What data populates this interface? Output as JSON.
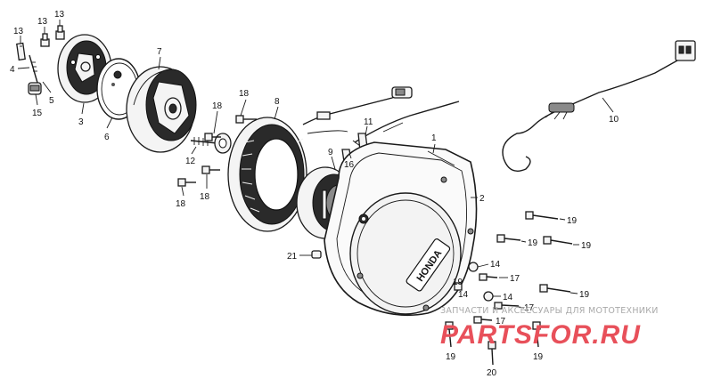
{
  "labels": [
    {
      "id": "1",
      "text": "1"
    },
    {
      "id": "2",
      "text": "2"
    },
    {
      "id": "3",
      "text": "3"
    },
    {
      "id": "4",
      "text": "4"
    },
    {
      "id": "5",
      "text": "5"
    },
    {
      "id": "6",
      "text": "6"
    },
    {
      "id": "7",
      "text": "7"
    },
    {
      "id": "8",
      "text": "8"
    },
    {
      "id": "9",
      "text": "9"
    },
    {
      "id": "10",
      "text": "10"
    },
    {
      "id": "11",
      "text": "11"
    },
    {
      "id": "12",
      "text": "12"
    },
    {
      "id": "13",
      "text": "13"
    },
    {
      "id": "14",
      "text": "14"
    },
    {
      "id": "15",
      "text": "15"
    },
    {
      "id": "16",
      "text": "16"
    },
    {
      "id": "17",
      "text": "17"
    },
    {
      "id": "18",
      "text": "18"
    },
    {
      "id": "19",
      "text": "19"
    },
    {
      "id": "20",
      "text": "20"
    },
    {
      "id": "21",
      "text": "21"
    }
  ],
  "cover_logo": "HONDA",
  "watermark": {
    "caption": "ЗАПЧАСТИ И АКСЕССУАРЫ ДЛЯ МОТОТЕХНИКИ",
    "brand": "PARTSFOR.RU"
  },
  "colors": {
    "line": "#1a1a1a",
    "watermark_red": "#e8505a",
    "watermark_gray": "#a9a9a9"
  }
}
